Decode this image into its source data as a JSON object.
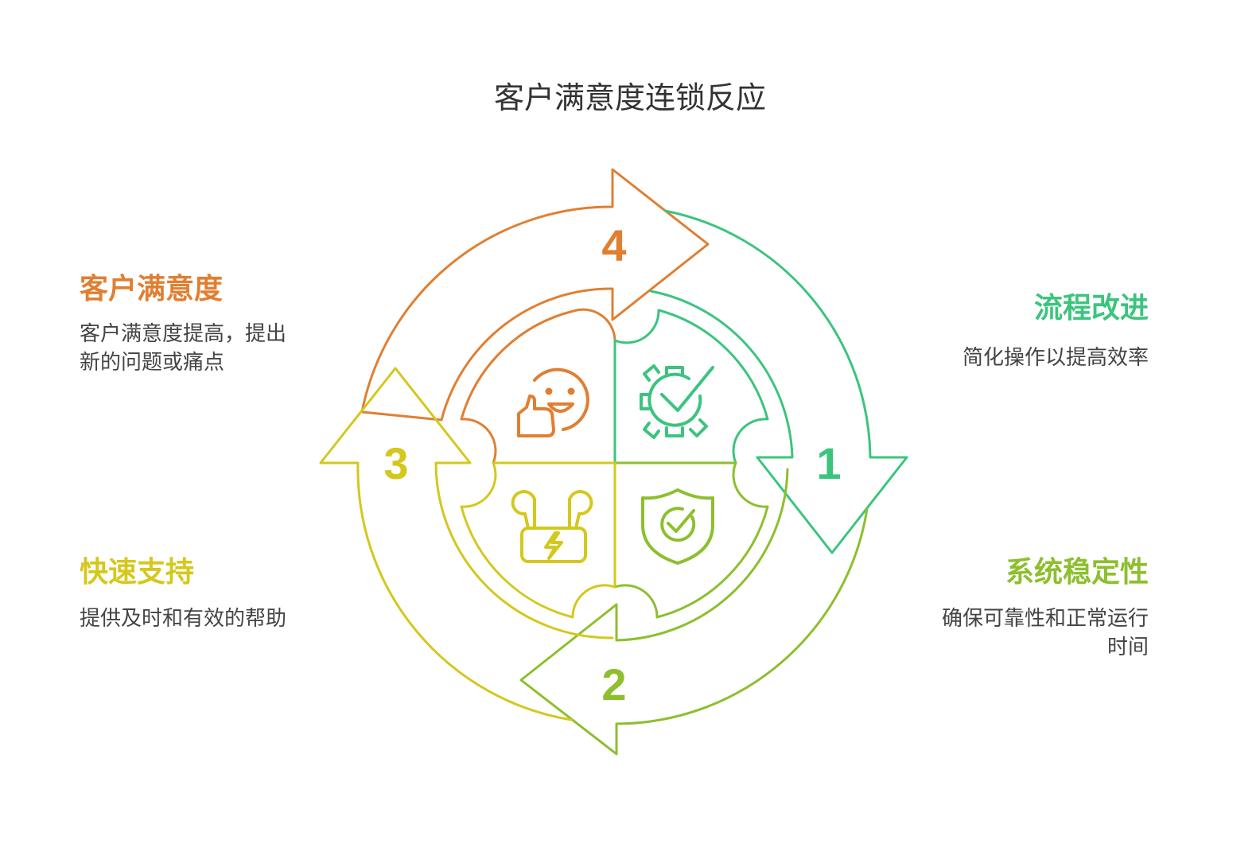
{
  "title": "客户满意度连锁反应",
  "colors": {
    "orange": "#E07F32",
    "green": "#3CC47F",
    "lime": "#8DBF2E",
    "yellow": "#D4C81C"
  },
  "steps": [
    {
      "number": "1",
      "title": "流程改进",
      "description": "简化操作以提高效率",
      "icon": "gear-check-icon",
      "color": "#3CC47F"
    },
    {
      "number": "2",
      "title": "系统稳定性",
      "description": "确保可靠性和正常运行时间",
      "icon": "shield-check-icon",
      "color": "#8DBF2E"
    },
    {
      "number": "3",
      "title": "快速支持",
      "description": "提供及时和有效的帮助",
      "icon": "charging-earbuds-icon",
      "color": "#D4C81C"
    },
    {
      "number": "4",
      "title": "客户满意度",
      "description": "客户满意度提高，提出新的问题或痛点",
      "icon": "smiley-thumbs-up-icon",
      "color": "#E07F32"
    }
  ]
}
